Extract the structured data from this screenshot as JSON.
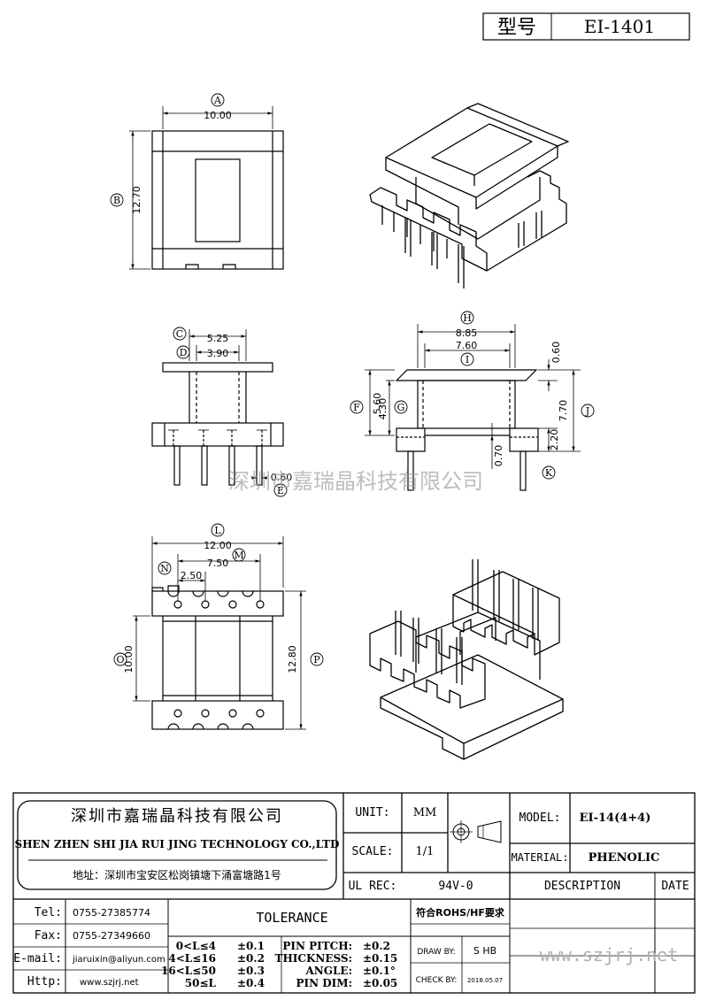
{
  "header": {
    "type_label": "型号",
    "type_value": "EI-1401"
  },
  "watermark": {
    "company": "深圳市嘉瑞晶科技有限公司",
    "url": "www.szjrj.net"
  },
  "views": {
    "top": {
      "dim_A_letter": "A",
      "dim_A": "10.00",
      "dim_B_letter": "B",
      "dim_B": "12.70"
    },
    "front": {
      "dim_C_letter": "C",
      "dim_C": "5.25",
      "dim_D_letter": "D",
      "dim_D": "3.90",
      "dim_E_letter": "E",
      "dim_E": "0.60"
    },
    "side": {
      "dim_H_letter": "H",
      "dim_H": "8.85",
      "dim_I_letter": "I",
      "dim_I": "7.60",
      "dim_top_right": "0.60",
      "dim_F_letter": "F",
      "dim_F": "5.60",
      "dim_G_letter": "G",
      "dim_G": "4.30",
      "dim_J_letter": "J",
      "dim_J": "7.70",
      "dim_base": "2.20",
      "dim_bottom": "0.70",
      "dim_K_letter": "K"
    },
    "bottom": {
      "dim_L_letter": "L",
      "dim_L": "12.00",
      "dim_M_letter": "M",
      "dim_M": "7.50",
      "dim_N_letter": "N",
      "dim_N": "2.50",
      "dim_O_letter": "O",
      "dim_O": "10.00",
      "dim_P_letter": "P",
      "dim_P": "12.80"
    }
  },
  "title_block": {
    "company_cn": "深圳市嘉瑞晶科技有限公司",
    "company_en": "SHEN ZHEN SHI  JIA RUI JING  TECHNOLOGY CO.,LTD",
    "address": "地址：深圳市宝安区松岗镇塘下涌富塘路1号",
    "unit_label": "UNIT:",
    "unit_value": "MM",
    "scale_label": "SCALE:",
    "scale_value": "1/1",
    "ul_label": "UL REC:",
    "ul_value": "94V-0",
    "model_label": "MODEL:",
    "model_value": "EI-14(4+4)",
    "material_label": "MATERIAL:",
    "material_value": "PHENOLIC",
    "description_label": "DESCRIPTION",
    "date_label": "DATE",
    "tel_label": "Tel:",
    "tel_value": "0755-27385774",
    "fax_label": "Fax:",
    "fax_value": "0755-27349660",
    "email_label": "E-mail:",
    "email_value": "jiaruixin@aliyun.com",
    "http_label": "Http:",
    "http_value": "www.szjrj.net",
    "tolerance_label": "TOLERANCE",
    "tol": [
      {
        "range": "0<L≤4",
        "value": "±0.1"
      },
      {
        "range": "4<L≤16",
        "value": "±0.2"
      },
      {
        "range": "16<L≤50",
        "value": "±0.3"
      },
      {
        "range": "50≤L",
        "value": "±0.4"
      }
    ],
    "specs": [
      {
        "label": "PIN PITCH:",
        "value": "±0.2"
      },
      {
        "label": "THICKNESS:",
        "value": "±0.15"
      },
      {
        "label": "ANGLE:",
        "value": "±0.1°"
      },
      {
        "label": "PIN DIM:",
        "value": "±0.05"
      }
    ],
    "rohs": "符合ROHS/HF要求",
    "draw_label": "DRAW BY:",
    "draw_value": "S HB",
    "check_label": "CHECK BY:",
    "check_value": "2018.05.07"
  }
}
